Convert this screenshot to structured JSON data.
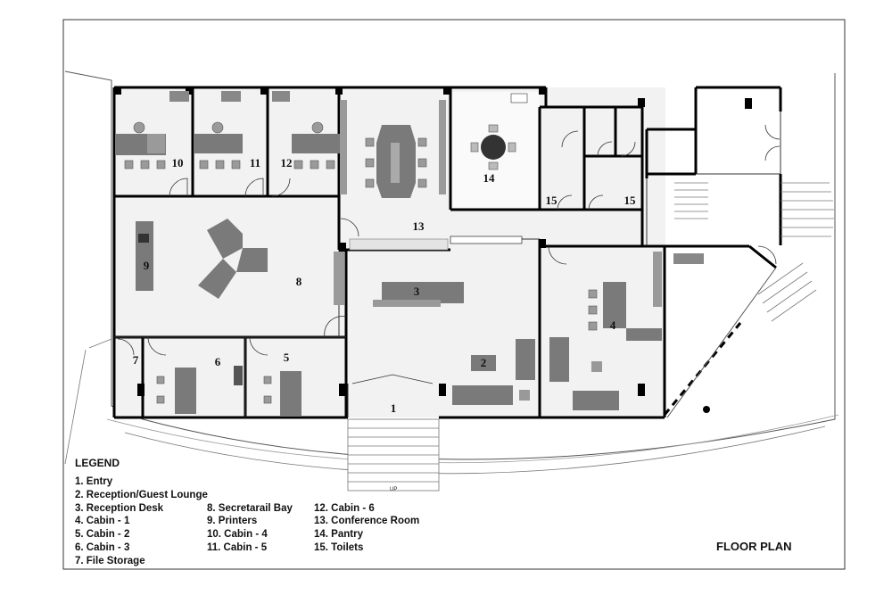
{
  "title": "FLOOR PLAN",
  "legend": {
    "title": "LEGEND",
    "col1": [
      "1. Entry",
      "2. Reception/Guest Lounge",
      "3. Reception Desk",
      "4. Cabin - 1",
      "5. Cabin - 2",
      "6. Cabin - 3",
      "7. File Storage"
    ],
    "col2": [
      "8. Secretarail Bay",
      "9. Printers",
      "10. Cabin - 4",
      "11. Cabin - 5"
    ],
    "col3": [
      "12. Cabin - 6",
      "13. Conference Room",
      "14. Pantry",
      "15. Toilets"
    ]
  },
  "room_numbers": [
    "1",
    "2",
    "3",
    "4",
    "5",
    "6",
    "7",
    "8",
    "9",
    "10",
    "11",
    "12",
    "13",
    "14",
    "15",
    "15"
  ],
  "stair_label": "UP",
  "colors": {
    "wall": "#000000",
    "furniture": "#7a7a7a",
    "furniture_light": "#bdbdbd",
    "floor": "#f2f2f2"
  }
}
